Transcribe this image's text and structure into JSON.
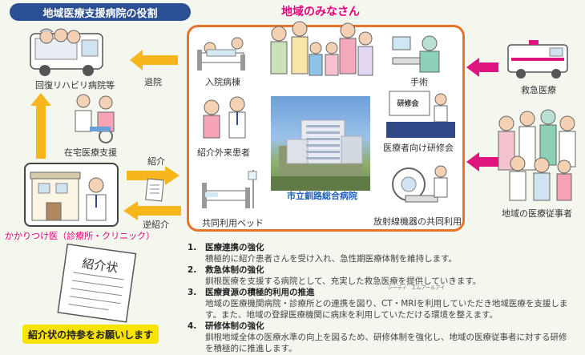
{
  "header": {
    "role_title": "地域医療支援病院の役割",
    "community_title": "地域のみなさん"
  },
  "left": {
    "rehab_label": "回復リハビリ病院等",
    "discharge_label": "退院",
    "home_care_label": "在宅医療支援",
    "referral_label": "紹介",
    "reverse_referral_label": "逆紹介",
    "clinic_label": "かかりつけ医（診療所・クリニック）",
    "letter_text": "紹介状",
    "note": "紹介状の持参をお願いします"
  },
  "center": {
    "inpatient_label": "入院病棟",
    "surgery_label": "手術",
    "outpatient_label": "紹介外来患者",
    "training_label": "医療者向け研修会",
    "training_sign": "研修会",
    "beds_label": "共同利用ベッド",
    "radiology_label": "放射線機器の共同利用",
    "hospital_name": "市立釧路総合病院"
  },
  "right": {
    "emergency_label": "救急医療",
    "staff_label": "地域の医療従事者"
  },
  "roles": [
    {
      "num": "1.",
      "title": "医療連携の強化",
      "lines": [
        "積極的に紹介患者さんを受け入れ、急性期医療体制を維持します。"
      ]
    },
    {
      "num": "2.",
      "title": "救急体制の強化",
      "lines": [
        "釧根医療を支援する病院として、充実した救急医療を提供していきます。"
      ]
    },
    {
      "num": "3.",
      "title": "医療資源の積極的利用の推進",
      "lines": [
        "地域の医療機関病院・診療所との連携を図り、CT・MRIを利用していただき地域医療を支援しま",
        "す。また、地域の登録医療機関に病床を利用していただける環境を整えます。"
      ]
    },
    {
      "num": "4.",
      "title": "研修体制の強化",
      "lines": [
        "釧根地域全体の医療水準の向上を図るため、研修体制を強化し、地域の医療従事者に対する研修",
        "を積極的に推進します。"
      ]
    }
  ],
  "ruby_note": "シーティ　エムアールアイ",
  "colors": {
    "badge_blue": "#2a4f93",
    "accent_pink": "#e6007e",
    "frame_orange": "#e8732a",
    "arrow_yellow": "#f6b61c",
    "arrow_magenta": "#e0147f",
    "note_yellow": "#f9e300",
    "hospital_blue": "#1b5fb8"
  }
}
